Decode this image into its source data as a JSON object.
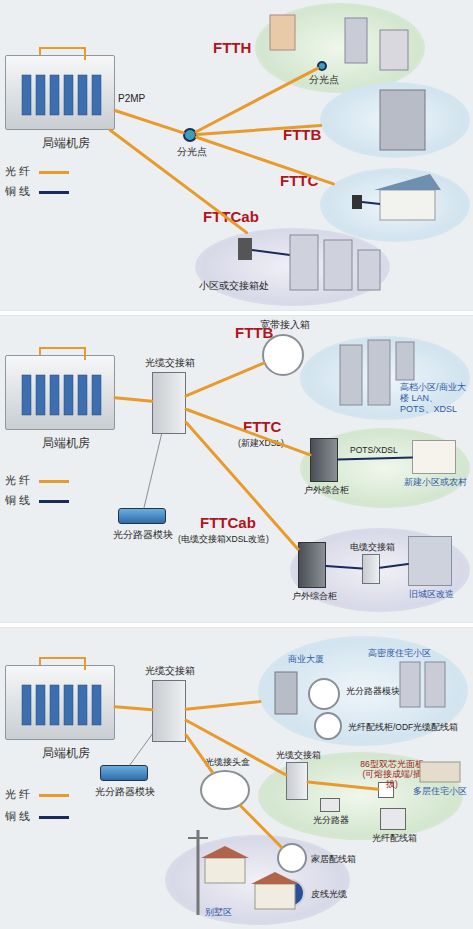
{
  "diagram": {
    "nodes": [
      {
        "text": [
          "局端机房"
        ]
      },
      {
        "text": [
          "分光点"
        ]
      },
      {
        "text": [
          "FTTH"
        ]
      },
      {
        "text": [
          "分光点"
        ],
        "in": 2
      },
      {
        "text": [
          "FTTB"
        ]
      },
      {
        "text": [
          "FTTC"
        ]
      },
      {
        "text": [
          "FTTCab",
          "小区或交接箱处"
        ]
      },
      {
        "text": [
          "局端机房"
        ]
      },
      {
        "text": [
          "光缆交接箱"
        ]
      },
      {
        "text": [
          "光分路器模块"
        ]
      },
      {
        "text": [
          "宽带接入箱"
        ]
      },
      {
        "text": [
          "FTTB",
          "高档小区/商业大楼 LAN、POTS、XDSL"
        ]
      },
      {
        "text": [
          "FTTC",
          "(新建XDSL)"
        ]
      },
      {
        "text": [
          "户外综合柜"
        ],
        "in": 12
      },
      {
        "text": [
          "新建小区或农村"
        ],
        "in": 12
      },
      {
        "text": [
          "FTTCab",
          "(电缆交接箱XDSL改造)"
        ]
      },
      {
        "text": [
          "户外综合柜"
        ],
        "in": 15
      },
      {
        "text": [
          "电缆交接箱"
        ],
        "in": 15
      },
      {
        "text": [
          "旧城区改造"
        ],
        "in": 15
      },
      {
        "text": [
          "局端机房"
        ]
      },
      {
        "text": [
          "光缆交接箱"
        ]
      },
      {
        "text": [
          "光分路器模块"
        ]
      },
      {
        "text": [
          "商业大厦",
          "高密度住宅小区"
        ]
      },
      {
        "text": [
          "光分路器模块"
        ],
        "in": 22
      },
      {
        "text": [
          "光纤配线柜/ODF光缆配线箱"
        ],
        "in": 22
      },
      {
        "text": [
          "多层住宅小区"
        ]
      },
      {
        "text": [
          "光缆交接箱"
        ],
        "in": 25
      },
      {
        "text": [
          "86型双芯光面板 (可熔接成端/插拔)"
        ],
        "in": 25
      },
      {
        "text": [
          "光分路器"
        ],
        "in": 25
      },
      {
        "text": [
          "光纤配线箱"
        ],
        "in": 25
      },
      {
        "text": [
          "别墅区"
        ]
      },
      {
        "text": [
          "光缆接头盒"
        ]
      },
      {
        "text": [
          "家居配线箱"
        ],
        "in": 30
      },
      {
        "text": [
          "皮线光缆"
        ],
        "in": 30
      }
    ],
    "edges": [
      {
        "from": 0,
        "to": 1,
        "arrow": "none"
      },
      {
        "from": 1,
        "to": 3,
        "arrow": "none"
      },
      {
        "from": 1,
        "to": 4,
        "arrow": "none"
      },
      {
        "from": 1,
        "to": 5,
        "arrow": "none"
      },
      {
        "from": 0,
        "to": 6,
        "arrow": "none"
      },
      {
        "from": 7,
        "to": 8,
        "arrow": "none"
      },
      {
        "from": 8,
        "to": 9,
        "arrow": "none"
      },
      {
        "from": 8,
        "to": 10,
        "arrow": "none"
      },
      {
        "from": 8,
        "to": 13,
        "arrow": "none"
      },
      {
        "from": 8,
        "to": 16,
        "arrow": "none"
      },
      {
        "from": 13,
        "to": 14,
        "label": "POTS/XDSL",
        "arrow": "none"
      },
      {
        "from": 16,
        "to": 17,
        "arrow": "none"
      },
      {
        "from": 17,
        "to": 18,
        "arrow": "none"
      },
      {
        "from": 19,
        "to": 20,
        "arrow": "none"
      },
      {
        "from": 20,
        "to": 21,
        "arrow": "none"
      },
      {
        "from": 20,
        "to": 22,
        "arrow": "none"
      },
      {
        "from": 20,
        "to": 26,
        "arrow": "none"
      },
      {
        "from": 20,
        "to": 31,
        "arrow": "none"
      },
      {
        "from": 26,
        "to": 27,
        "arrow": "none"
      },
      {
        "from": 31,
        "to": 32,
        "arrow": "none"
      }
    ],
    "labels": [
      "P2MP"
    ],
    "legend": [
      {
        "text": "光 纤"
      },
      {
        "text": "铜 线"
      },
      {
        "text": "光 纤"
      },
      {
        "text": "铜 线"
      },
      {
        "text": "光 纤"
      },
      {
        "text": "铜 线"
      }
    ]
  }
}
